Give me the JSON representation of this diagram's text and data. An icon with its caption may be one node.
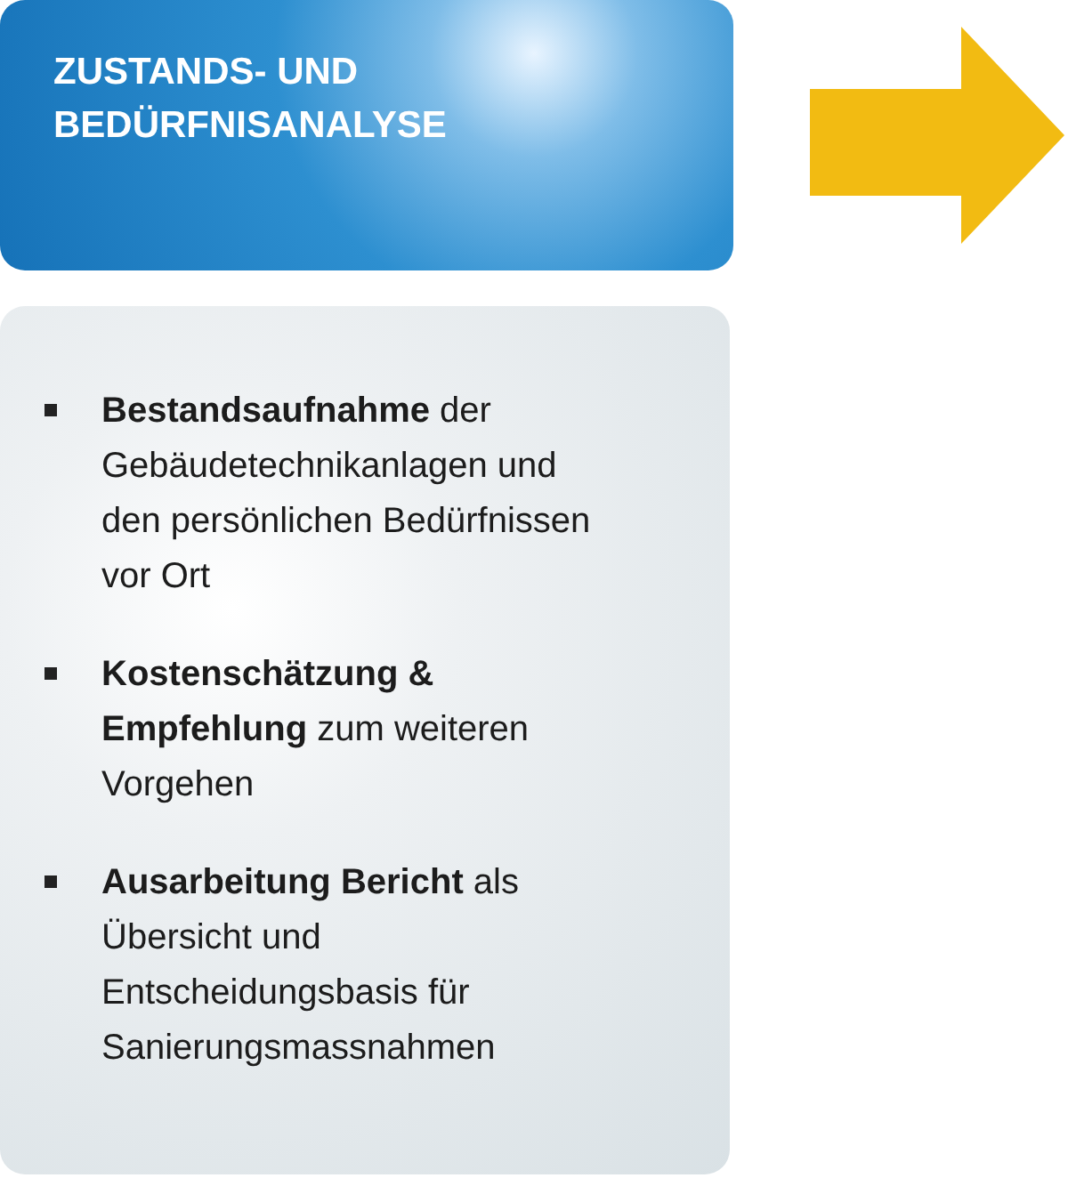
{
  "diagram": {
    "nodes": [
      {
        "text": [
          "ZUSTANDS- UND BEDÜRFNISANALYSE"
        ]
      },
      {
        "text": [
          "**Bestandsaufnahme** der Gebäudetechnikanlagen und den persönlichen Bedürfnissen vor Ort",
          "**Kostenschätzung & Empfehlung** zum weiteren Vorgehen",
          "**Ausarbeitung Bericht** als Übersicht und Entscheidungsbasis für Sanierungsmassnahmen"
        ]
      }
    ]
  }
}
